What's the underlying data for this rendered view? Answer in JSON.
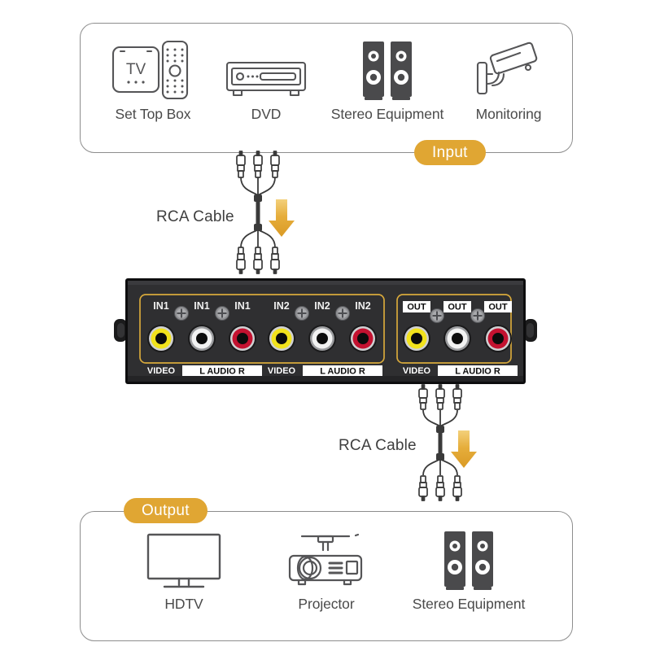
{
  "diagram": {
    "title": "RCA AV Switch Connection Diagram",
    "accent_color": "#E0A633",
    "line_color": "#4A4A4A",
    "panel_border_color": "#8D8D8D"
  },
  "input_section": {
    "badge_label": "Input",
    "devices": [
      {
        "icon": "set-top-box-icon",
        "label": "Set Top Box",
        "screen_text": "TV"
      },
      {
        "icon": "dvd-player-icon",
        "label": "DVD"
      },
      {
        "icon": "stereo-speakers-icon",
        "label": "Stereo Equipment"
      },
      {
        "icon": "cctv-camera-icon",
        "label": "Monitoring"
      }
    ]
  },
  "output_section": {
    "badge_label": "Output",
    "devices": [
      {
        "icon": "hdtv-icon",
        "label": "HDTV"
      },
      {
        "icon": "projector-icon",
        "label": "Projector"
      },
      {
        "icon": "stereo-speakers-icon",
        "label": "Stereo Equipment"
      }
    ]
  },
  "cables": {
    "top": {
      "label": "RCA Cable",
      "icon": "rca-cable-icon",
      "arrow": "down-arrow-icon",
      "direction": "down"
    },
    "bottom": {
      "label": "RCA Cable",
      "icon": "rca-cable-icon",
      "arrow": "down-arrow-icon",
      "direction": "down"
    }
  },
  "switch_device": {
    "name": "2-in-1-out-rca-av-switch",
    "body_color": "#2B2B2D",
    "group_outline_color": "#D8A93B",
    "groups": [
      {
        "group": "input-1",
        "outline": true,
        "ports": [
          {
            "top_label": "IN1",
            "jack_color": "yellow",
            "jack_hex": "#F2E21C",
            "bottom_label": "VIDEO",
            "bottom_label_inverted": false
          },
          {
            "top_label": "IN1",
            "jack_color": "white",
            "jack_hex": "#F2F2F2",
            "bottom_label": "L  AUDIO  R",
            "bottom_label_inverted": true
          },
          {
            "top_label": "IN1",
            "jack_color": "red",
            "jack_hex": "#C31230",
            "bottom_label": "",
            "bottom_label_inverted": false
          }
        ]
      },
      {
        "group": "input-2",
        "outline": false,
        "ports": [
          {
            "top_label": "IN2",
            "jack_color": "yellow",
            "jack_hex": "#F2E21C",
            "bottom_label": "VIDEO",
            "bottom_label_inverted": false
          },
          {
            "top_label": "IN2",
            "jack_color": "white",
            "jack_hex": "#F2F2F2",
            "bottom_label": "L  AUDIO  R",
            "bottom_label_inverted": true
          },
          {
            "top_label": "IN2",
            "jack_color": "red",
            "jack_hex": "#C31230",
            "bottom_label": "",
            "bottom_label_inverted": false
          }
        ]
      },
      {
        "group": "output",
        "outline": true,
        "ports": [
          {
            "top_label": "OUT",
            "jack_color": "yellow",
            "jack_hex": "#F2E21C",
            "bottom_label": "VIDEO",
            "bottom_label_inverted": false,
            "top_label_inverted": true
          },
          {
            "top_label": "OUT",
            "jack_color": "white",
            "jack_hex": "#F2F2F2",
            "bottom_label": "L  AUDIO  R",
            "bottom_label_inverted": true,
            "top_label_inverted": true
          },
          {
            "top_label": "OUT",
            "jack_color": "red",
            "jack_hex": "#C31230",
            "bottom_label": "",
            "bottom_label_inverted": false,
            "top_label_inverted": true
          }
        ]
      }
    ],
    "screws": 4,
    "mounting_ears": 2
  }
}
